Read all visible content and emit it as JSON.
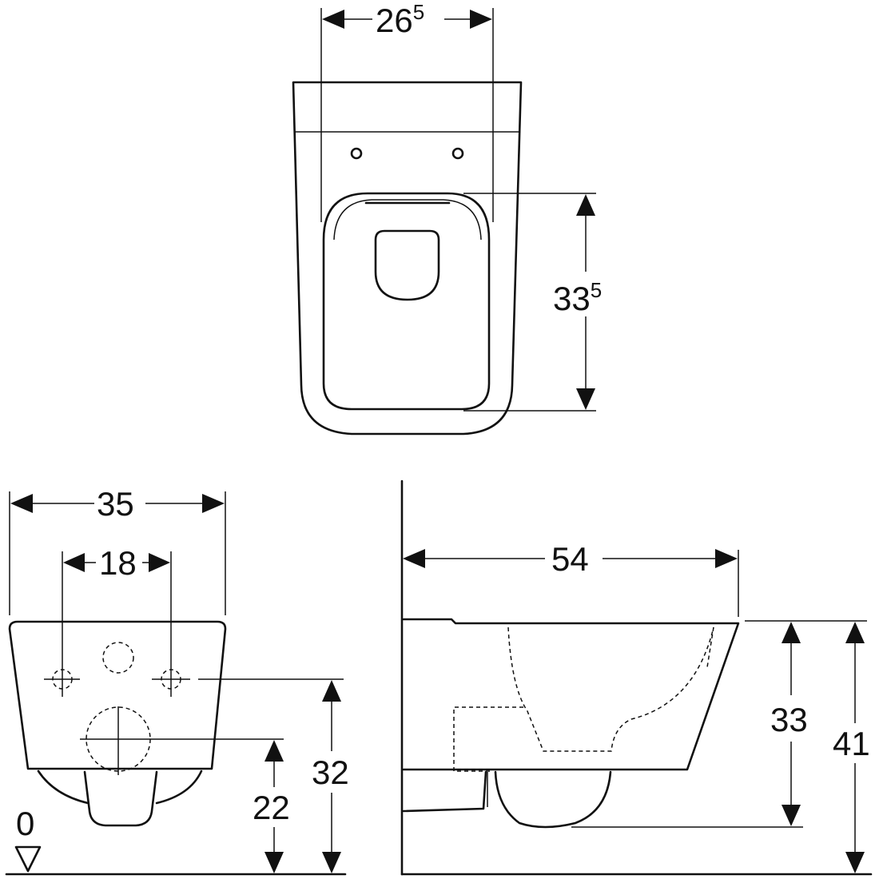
{
  "dimensions": {
    "top_width": {
      "main": "26",
      "sup": "5"
    },
    "top_depth": {
      "main": "33",
      "sup": "5"
    },
    "front_width": "35",
    "fixing_spacing": "18",
    "fixing_height": "32",
    "outlet_height": "22",
    "floor_reference": "0",
    "side_length": "54",
    "side_rim_depth": "33",
    "side_total_height": "41"
  }
}
